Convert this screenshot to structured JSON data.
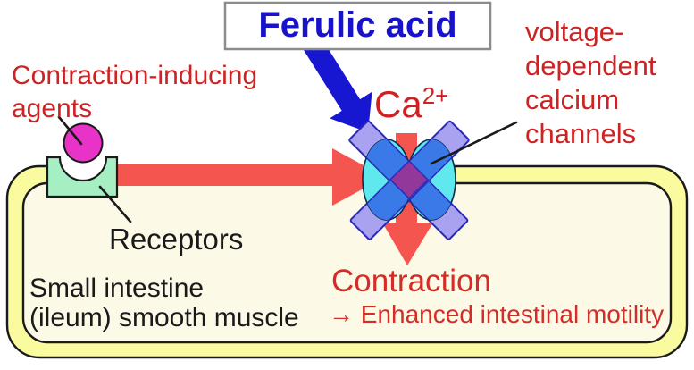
{
  "labels": {
    "ferulic": "Ferulic acid",
    "agents": "Contraction-inducing\nagents",
    "ca_base": "Ca",
    "ca_sup": "2+",
    "channel": "voltage-\ndependent\ncalcium\nchannels",
    "receptors": "Receptors",
    "tissue": "Small intestine\n(ileum) smooth muscle",
    "contraction": "Contraction",
    "outcome": "→ Enhanced intestinal motility"
  },
  "colors": {
    "ferulic_text": "#1812CB",
    "ferulic_arrow_blue": "#1717D1",
    "red_label": "#CC2424",
    "contraction_label": "#D42C26",
    "calcium_label": "#D02020",
    "signal_arrow_red": "#F4564F",
    "membrane_yellow": "#FAFA9E",
    "cytoplasm_cream": "#FCF9E6",
    "receptor_green": "#A5EFC3",
    "ligand_magenta": "#E832C8",
    "channel_cyan": "#5FE9EF",
    "channel_blue": "#3A7AE8",
    "channel_lavender": "#A9A2F0",
    "channel_pore_purple": "#93389B",
    "box_border_gray": "#8C8C8C",
    "outline_black": "#1A1A1A",
    "white": "#FFFFFF"
  }
}
